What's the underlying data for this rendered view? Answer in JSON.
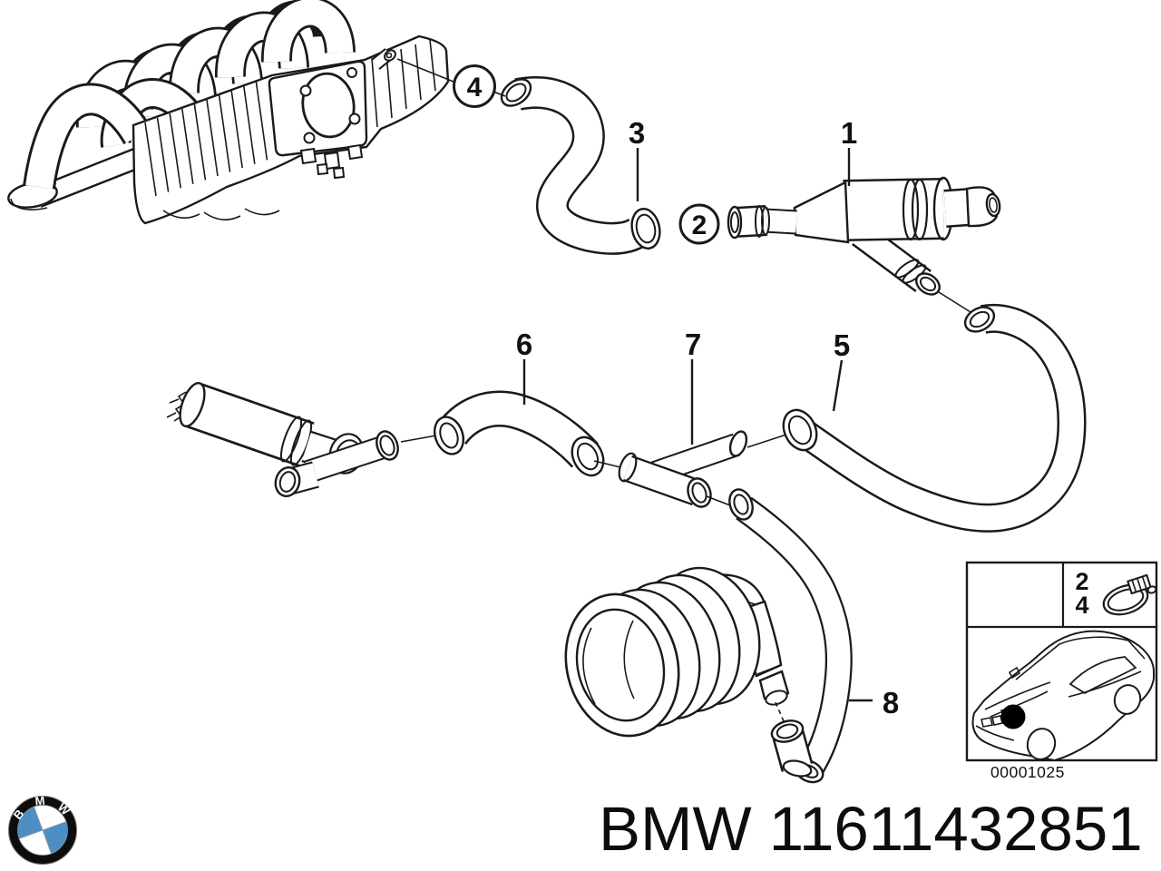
{
  "diagram": {
    "callouts": {
      "c1": "1",
      "c2": "2",
      "c3": "3",
      "c4": "4",
      "c5": "5",
      "c6": "6",
      "c7": "7",
      "c8": "8"
    }
  },
  "inset": {
    "ref_top": "2",
    "ref_bottom": "4",
    "image_code": "00001025"
  },
  "logo": {
    "letter_b": "B",
    "letter_m": "M",
    "letter_w": "W"
  },
  "footer": {
    "part_number": "BMW 11611432851"
  },
  "colors": {
    "line": "#1a1a1a",
    "background": "#ffffff",
    "logo_blue": "#4d8fc4",
    "marker": "#000000"
  }
}
